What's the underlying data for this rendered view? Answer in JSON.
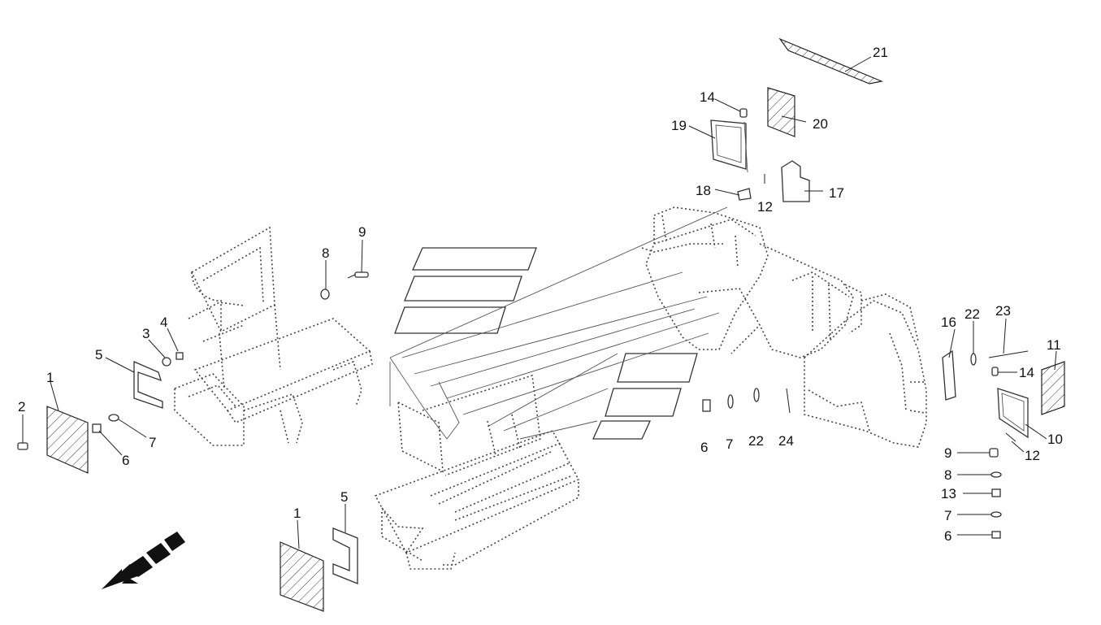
{
  "diagram": {
    "callouts": [
      {
        "id": "c-21-top",
        "text": "21"
      },
      {
        "id": "c-14-top",
        "text": "14"
      },
      {
        "id": "c-19",
        "text": "19"
      },
      {
        "id": "c-20",
        "text": "20"
      },
      {
        "id": "c-18",
        "text": "18"
      },
      {
        "id": "c-12-top",
        "text": "12"
      },
      {
        "id": "c-17",
        "text": "17"
      },
      {
        "id": "c-9-left",
        "text": "9"
      },
      {
        "id": "c-8-left",
        "text": "8"
      },
      {
        "id": "c-3",
        "text": "3"
      },
      {
        "id": "c-4",
        "text": "4"
      },
      {
        "id": "c-5-left",
        "text": "5"
      },
      {
        "id": "c-1-left",
        "text": "1"
      },
      {
        "id": "c-2",
        "text": "2"
      },
      {
        "id": "c-6-left",
        "text": "6"
      },
      {
        "id": "c-7-left",
        "text": "7"
      },
      {
        "id": "c-6-mid",
        "text": "6"
      },
      {
        "id": "c-7-mid",
        "text": "7"
      },
      {
        "id": "c-22-mid",
        "text": "22"
      },
      {
        "id": "c-24",
        "text": "24"
      },
      {
        "id": "c-16",
        "text": "16"
      },
      {
        "id": "c-22-right",
        "text": "22"
      },
      {
        "id": "c-23",
        "text": "23"
      },
      {
        "id": "c-11",
        "text": "11"
      },
      {
        "id": "c-14-right",
        "text": "14"
      },
      {
        "id": "c-10",
        "text": "10"
      },
      {
        "id": "c-12-right",
        "text": "12"
      },
      {
        "id": "c-9-right",
        "text": "9"
      },
      {
        "id": "c-8-right",
        "text": "8"
      },
      {
        "id": "c-13",
        "text": "13"
      },
      {
        "id": "c-7-right",
        "text": "7"
      },
      {
        "id": "c-6-right",
        "text": "6"
      },
      {
        "id": "c-1-bottom",
        "text": "1"
      },
      {
        "id": "c-5-bottom",
        "text": "5"
      }
    ]
  }
}
